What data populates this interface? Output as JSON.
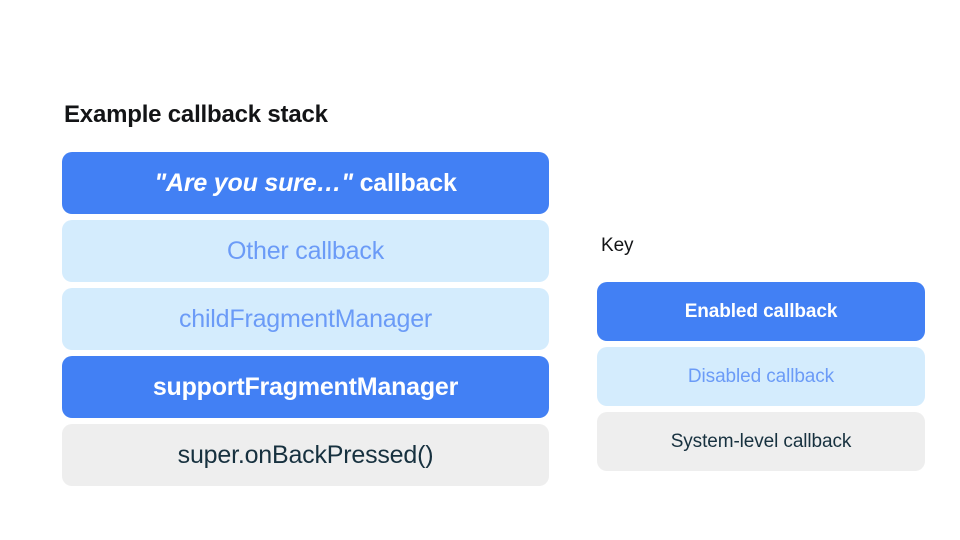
{
  "background_color": "#ffffff",
  "palette": {
    "enabled_bg": "#4280f4",
    "enabled_text": "#ffffff",
    "disabled_bg": "#d4ecfd",
    "disabled_text": "#6b9bf7",
    "system_bg": "#eeeeee",
    "system_text": "#17313f",
    "heading_text": "#131416"
  },
  "stack": {
    "title": "Example callback stack",
    "rows": [
      {
        "quoted": "\"Are you sure…\"",
        "label": " callback",
        "full_text": "\"Are you sure…\" callback",
        "state": "enabled"
      },
      {
        "quoted": "",
        "label": "Other callback",
        "full_text": "Other callback",
        "state": "disabled"
      },
      {
        "quoted": "",
        "label": "childFragmentManager",
        "full_text": "childFragmentManager",
        "state": "disabled"
      },
      {
        "quoted": "",
        "label": "supportFragmentManager",
        "full_text": "supportFragmentManager",
        "state": "enabled"
      },
      {
        "quoted": "",
        "label": "super.onBackPressed()",
        "full_text": "super.onBackPressed()",
        "state": "system"
      }
    ]
  },
  "key": {
    "title": "Key",
    "items": [
      {
        "label": "Enabled callback",
        "state": "enabled"
      },
      {
        "label": "Disabled callback",
        "state": "disabled"
      },
      {
        "label": "System-level callback",
        "state": "system"
      }
    ]
  }
}
